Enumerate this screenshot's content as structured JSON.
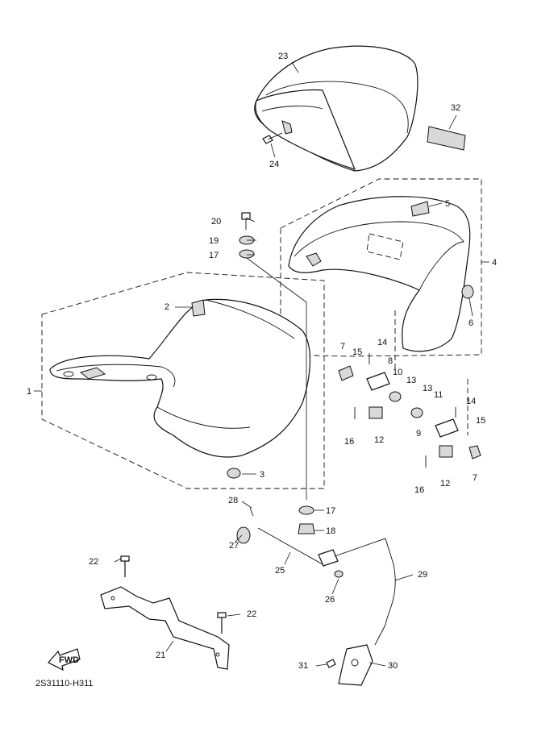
{
  "callouts": [
    "1",
    "2",
    "3",
    "4",
    "5",
    "6",
    "7",
    "8",
    "9",
    "10",
    "11",
    "12",
    "13",
    "14",
    "15",
    "16",
    "17",
    "18",
    "19",
    "20",
    "21",
    "22",
    "23",
    "24",
    "25",
    "26",
    "27",
    "28",
    "29",
    "30",
    "31",
    "32"
  ],
  "labels": {
    "p1": "1",
    "p2": "2",
    "p3": "3",
    "p4": "4",
    "p5": "5",
    "p6": "6",
    "p7a": "7",
    "p7b": "7",
    "p8": "8",
    "p9": "9",
    "p10": "10",
    "p11": "11",
    "p12a": "12",
    "p12b": "12",
    "p13a": "13",
    "p13b": "13",
    "p14a": "14",
    "p14b": "14",
    "p15a": "15",
    "p15b": "15",
    "p16a": "16",
    "p16b": "16",
    "p17a": "17",
    "p17b": "17",
    "p18": "18",
    "p19": "19",
    "p20": "20",
    "p21": "21",
    "p22a": "22",
    "p22b": "22",
    "p23": "23",
    "p24": "24",
    "p25": "25",
    "p26": "26",
    "p27": "27",
    "p28": "28",
    "p29": "29",
    "p30": "30",
    "p31": "31",
    "p32": "32"
  },
  "fwd_label": "FWD",
  "diagram_code": "2S31110-H311"
}
